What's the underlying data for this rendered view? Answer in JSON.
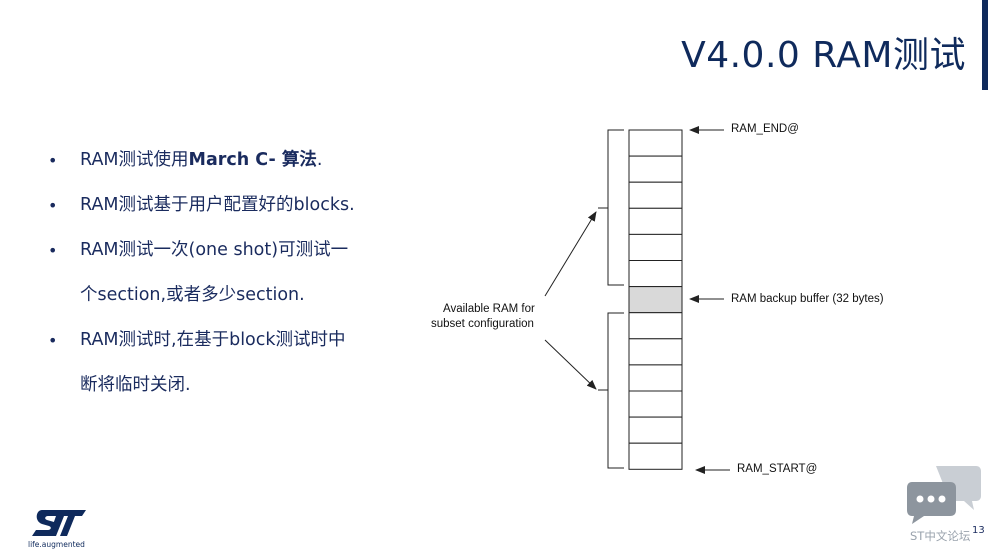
{
  "slide": {
    "title": "V4.0.0 RAM测试",
    "page_number": "13"
  },
  "bullets": [
    {
      "marker": "•",
      "prefix": "RAM测试使用",
      "bold": "March C- 算法",
      "suffix": "."
    },
    {
      "marker": "•",
      "text": "RAM测试基于用户配置好的blocks."
    },
    {
      "marker": "•",
      "line1": "RAM测试一次(one shot)可测试一",
      "line2": "个section,或者多少section."
    },
    {
      "marker": "•",
      "line1": "RAM测试时,在基于block测试时中",
      "line2": "断将临时关闭."
    }
  ],
  "diagram": {
    "label_end": "RAM_END@",
    "label_backup": "RAM backup buffer (32 bytes)",
    "label_start": "RAM_START@",
    "label_available_1": "Available RAM for",
    "label_available_2": "subset configuration",
    "colors": {
      "backup_fill": "#d9d9d9",
      "line": "#222222"
    }
  },
  "logo": {
    "tagline": "life.augmented",
    "icon": "st-logo"
  },
  "watermark": {
    "text": "ST中文论坛",
    "icon": "chat-bubbles-icon"
  }
}
